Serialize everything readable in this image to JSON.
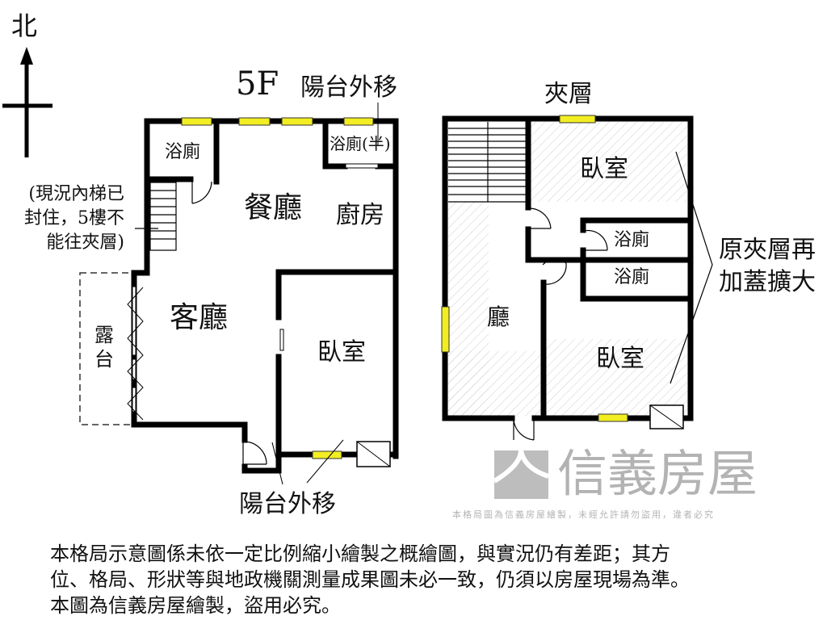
{
  "compass": {
    "north_label": "北"
  },
  "floor_5f": {
    "title": "5F",
    "balcony_moved_top": "陽台外移",
    "balcony_moved_bottom": "陽台外移",
    "rooms": {
      "bath": "浴廁",
      "half_bath": "浴廁(半)",
      "dining": "餐廳",
      "kitchen": "廚房",
      "living": "客廳",
      "bedroom": "臥室",
      "terrace_1": "露",
      "terrace_2": "台"
    },
    "stair_note": [
      "(現況內梯已",
      "封住，5樓不",
      "能往夾層)"
    ]
  },
  "mezzanine": {
    "title": "夾層",
    "rooms": {
      "bedroom_top": "臥室",
      "bath_1": "浴廁",
      "bath_2": "浴廁",
      "hall": "廳",
      "bedroom_bottom": "臥室"
    },
    "expansion_note": [
      "原夾層再",
      "加蓋擴大"
    ]
  },
  "watermark": {
    "brand": "信義房屋",
    "notice": "本格局圖為信義房屋繪製，未經允許請勿盜用，違者必究"
  },
  "disclaimer": [
    "本格局示意圖係未依一定比例縮小繪製之概繪圖，與實況仍有差距；其方",
    "位、格局、形狀等與地政機關測量成果圖未必一致，仍須以房屋現場為準。",
    "本圖為信義房屋繪製，盜用必究。"
  ],
  "colors": {
    "wall": "#000000",
    "window": "#f2ee22",
    "hatch": "#c8c8c8",
    "watermark": "#9a9a9a"
  }
}
